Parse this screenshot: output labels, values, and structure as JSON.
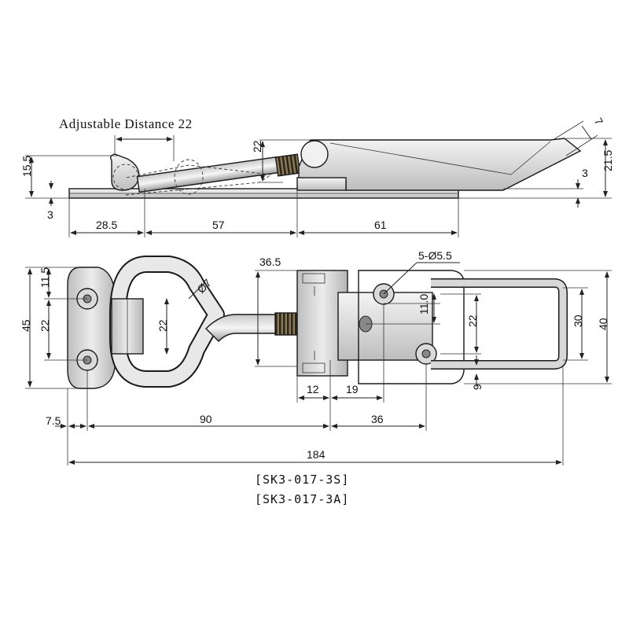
{
  "drawing": {
    "side_view": {
      "adjustable_label": "Adjustable Distance 22",
      "dims": {
        "height_15_5": "15.5",
        "offset_3_left": "3",
        "height_22": "22",
        "angle_7": "7",
        "height_21_5": "21.5",
        "offset_3_right": "3",
        "len_28_5": "28.5",
        "len_57": "57",
        "len_61": "61"
      }
    },
    "top_view": {
      "dims": {
        "h_11_5": "11.5",
        "h_45": "45",
        "h_22_left": "22",
        "h_22_loop": "22",
        "dia_7": "Ø7",
        "len_36_5": "36.5",
        "holes": "5-Ø5.5",
        "h_11_0": "11.0",
        "h_22_right": "22",
        "h_30": "30",
        "h_40": "40",
        "h_9": "9",
        "len_12": "12",
        "len_19": "19",
        "len_7_5": "7.5",
        "len_90": "90",
        "len_36": "36",
        "len_184": "184"
      }
    },
    "part_numbers": [
      "[SK3-017-3S]",
      "[SK3-017-3A]"
    ]
  }
}
